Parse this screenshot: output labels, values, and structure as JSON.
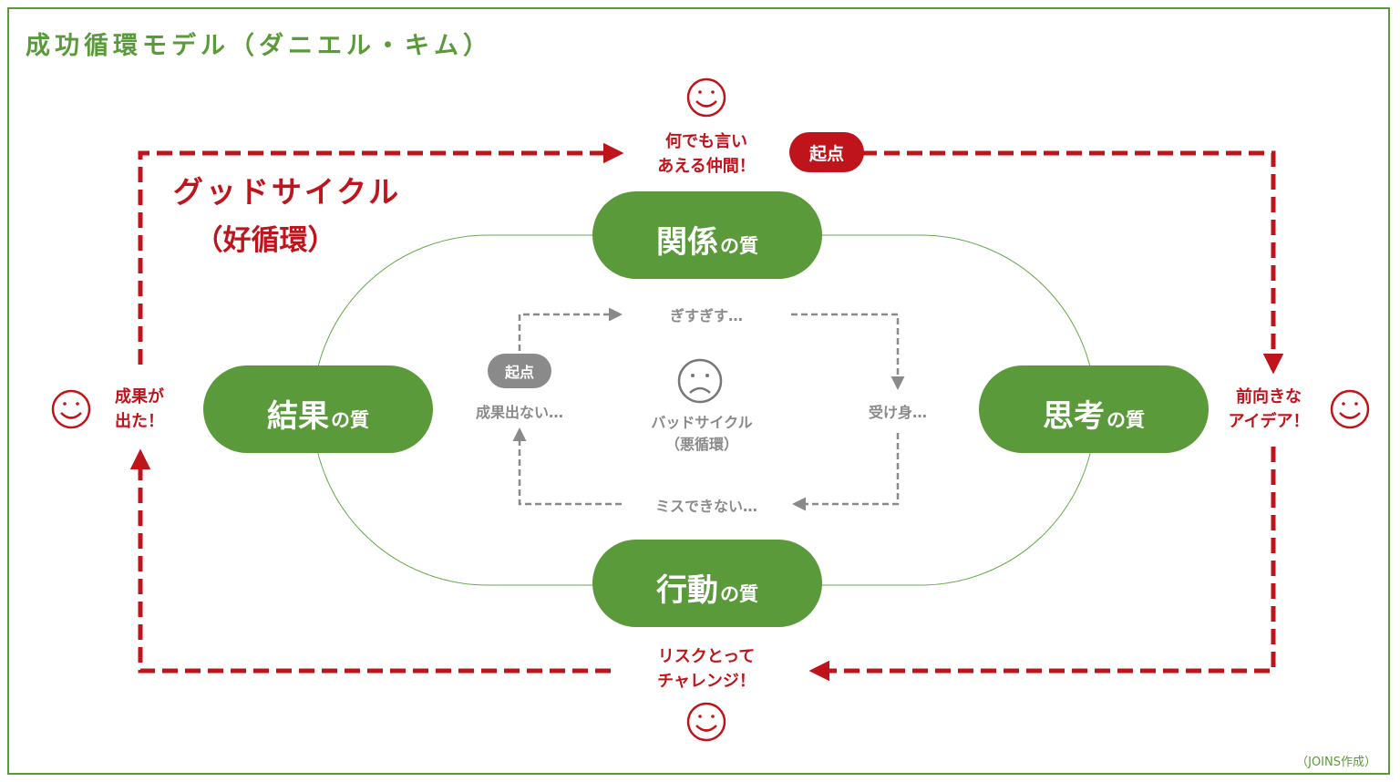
{
  "title": "成功循環モデル（ダニエル・キム）",
  "credit": "（JOINS作成）",
  "good_cycle": {
    "title_line1": "グッドサイクル",
    "title_line2": "（好循環）",
    "start_badge": "起点",
    "labels": {
      "top": [
        "何でも言い",
        "あえる仲間！"
      ],
      "right": [
        "前向きな",
        "アイデア！"
      ],
      "bottom": [
        "リスクとって",
        "チャレンジ！"
      ],
      "left": [
        "成果が",
        "出た！"
      ]
    },
    "face_icon": "smiley-face-icon"
  },
  "qualities": {
    "relationship": {
      "main": "関係",
      "suffix": "の質"
    },
    "thinking": {
      "main": "思考",
      "suffix": "の質"
    },
    "action": {
      "main": "行動",
      "suffix": "の質"
    },
    "result": {
      "main": "結果",
      "suffix": "の質"
    }
  },
  "bad_cycle": {
    "title_line1": "バッドサイクル",
    "title_line2": "（悪循環）",
    "start_badge": "起点",
    "face_icon": "sad-face-icon",
    "labels": {
      "top": "ぎすぎす…",
      "right": "受け身…",
      "bottom": "ミスできない…",
      "left": "成果出ない…"
    }
  },
  "colors": {
    "green": "#5a9a3a",
    "red": "#c0141c",
    "grey": "#8a8a8a"
  }
}
